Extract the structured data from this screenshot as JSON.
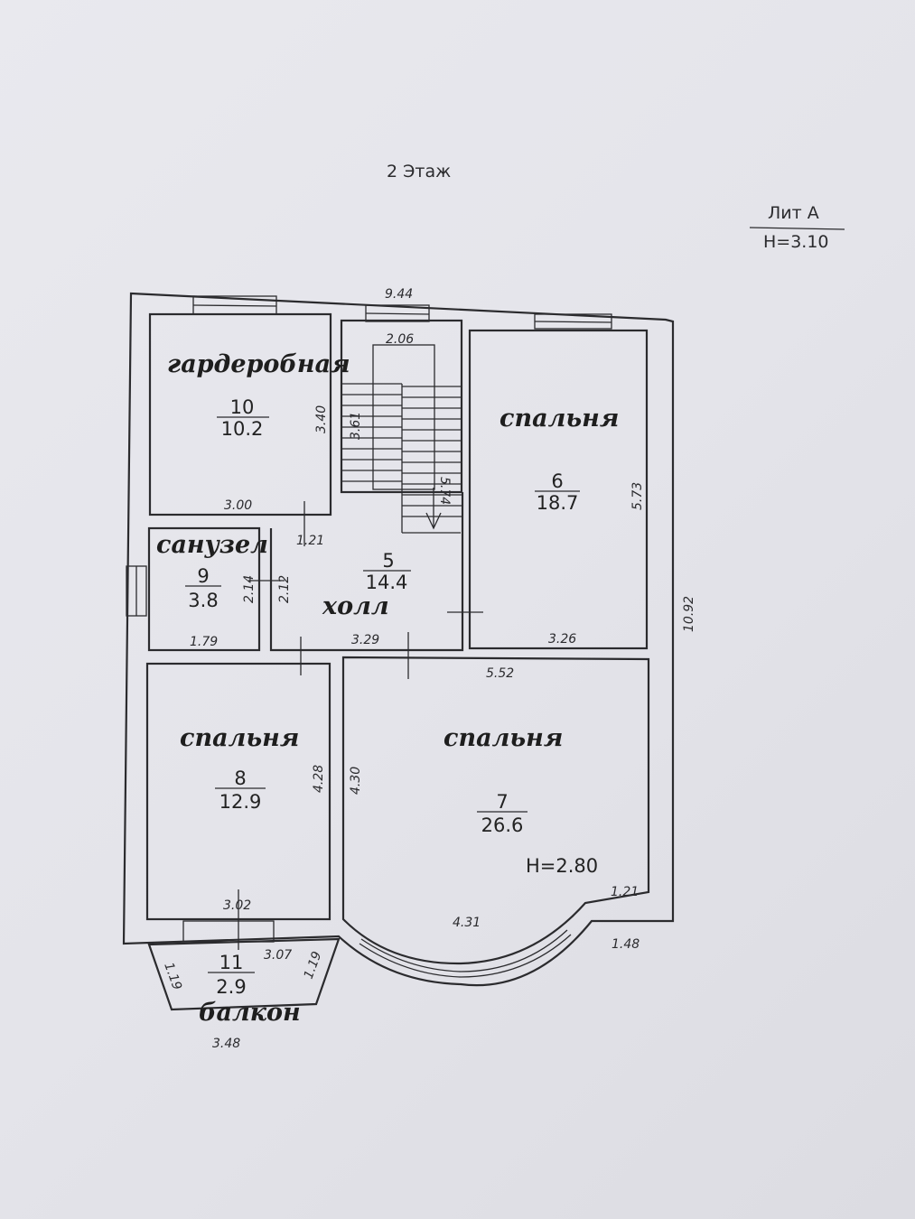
{
  "header": {
    "floor_title": "2 Этаж",
    "lit": "Лит А",
    "height": "H=3.10"
  },
  "rooms": [
    {
      "name": "гардеробная",
      "number": "10",
      "area": "10.2"
    },
    {
      "name": "холл",
      "number": "5",
      "area": "14.4"
    },
    {
      "name": "спальня",
      "number": "6",
      "area": "18.7"
    },
    {
      "name": "санузел",
      "number": "9",
      "area": "3.8"
    },
    {
      "name": "спальня",
      "number": "8",
      "area": "12.9"
    },
    {
      "name": "спальня",
      "number": "7",
      "area": "26.6",
      "height": "H=2.80"
    },
    {
      "name": "балкон",
      "number": "11",
      "area": "2.9"
    }
  ],
  "dimensions": {
    "top_total": "9.44",
    "stair_width": "2.06",
    "wardrobe_height": "3.40",
    "stair_left": "3.61",
    "stair_right": "5.74",
    "wardrobe_width": "3.00",
    "hall_gap": "1.21",
    "bath_right": "2.14",
    "hall_left": "2.12",
    "bath_width": "1.79",
    "hall_width": "3.29",
    "bed6_height": "5.73",
    "bed6_width": "3.26",
    "total_right": "10.92",
    "bed7_top": "5.52",
    "bed8_height": "4.28",
    "bed7_left": "4.30",
    "bed8_width": "3.02",
    "bed7_bay_side": "1.21",
    "bed7_bay": "4.31",
    "outer_bay_side": "1.48",
    "balcony_top": "3.07",
    "balcony_left": "1.19",
    "balcony_right": "1.19",
    "balcony_bottom": "3.48"
  }
}
